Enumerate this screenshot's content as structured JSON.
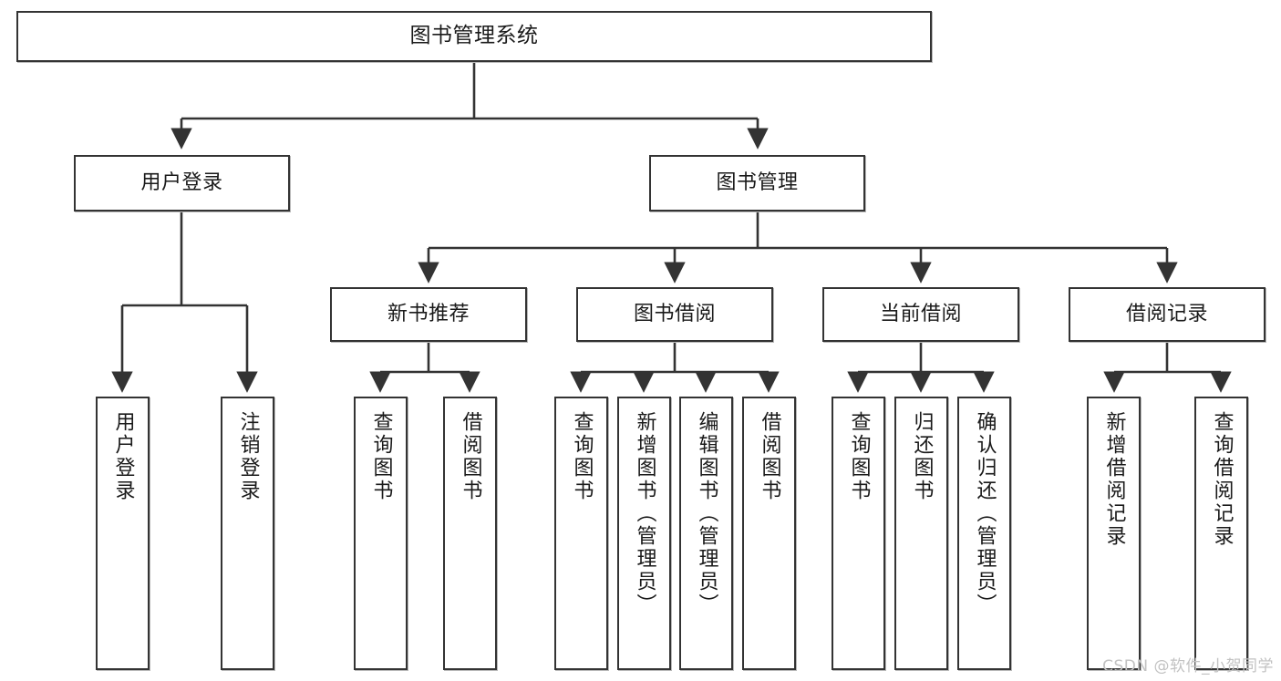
{
  "diagram": {
    "type": "tree",
    "title": "图书管理系统",
    "colors": {
      "box_border": "#333333",
      "box_fill": "#ffffff",
      "connector": "#333333",
      "text": "#1a1a1a",
      "watermark": "#c2c2c2",
      "background": "#ffffff"
    }
  },
  "nodes": {
    "root": {
      "label": "图书管理系统"
    },
    "level2": [
      {
        "label": "用户登录"
      },
      {
        "label": "图书管理"
      }
    ],
    "level3": [
      {
        "label": "新书推荐"
      },
      {
        "label": "图书借阅"
      },
      {
        "label": "当前借阅"
      },
      {
        "label": "借阅记录"
      }
    ],
    "leaves": {
      "user_login": [
        {
          "label": "用户登录"
        },
        {
          "label": "注销登录"
        }
      ],
      "new_book": [
        {
          "label": "查询图书"
        },
        {
          "label": "借阅图书"
        }
      ],
      "book_borrow": [
        {
          "label": "查询图书"
        },
        {
          "label": "新增图书（管理员）"
        },
        {
          "label": "编辑图书（管理员）"
        },
        {
          "label": "借阅图书"
        }
      ],
      "current_borrow": [
        {
          "label": "查询图书"
        },
        {
          "label": "归还图书"
        },
        {
          "label": "确认归还（管理员）"
        }
      ],
      "borrow_record": [
        {
          "label": "新增借阅记录"
        },
        {
          "label": "查询借阅记录"
        }
      ]
    }
  },
  "watermark": {
    "text": "CSDN @软件_小贺同学"
  }
}
